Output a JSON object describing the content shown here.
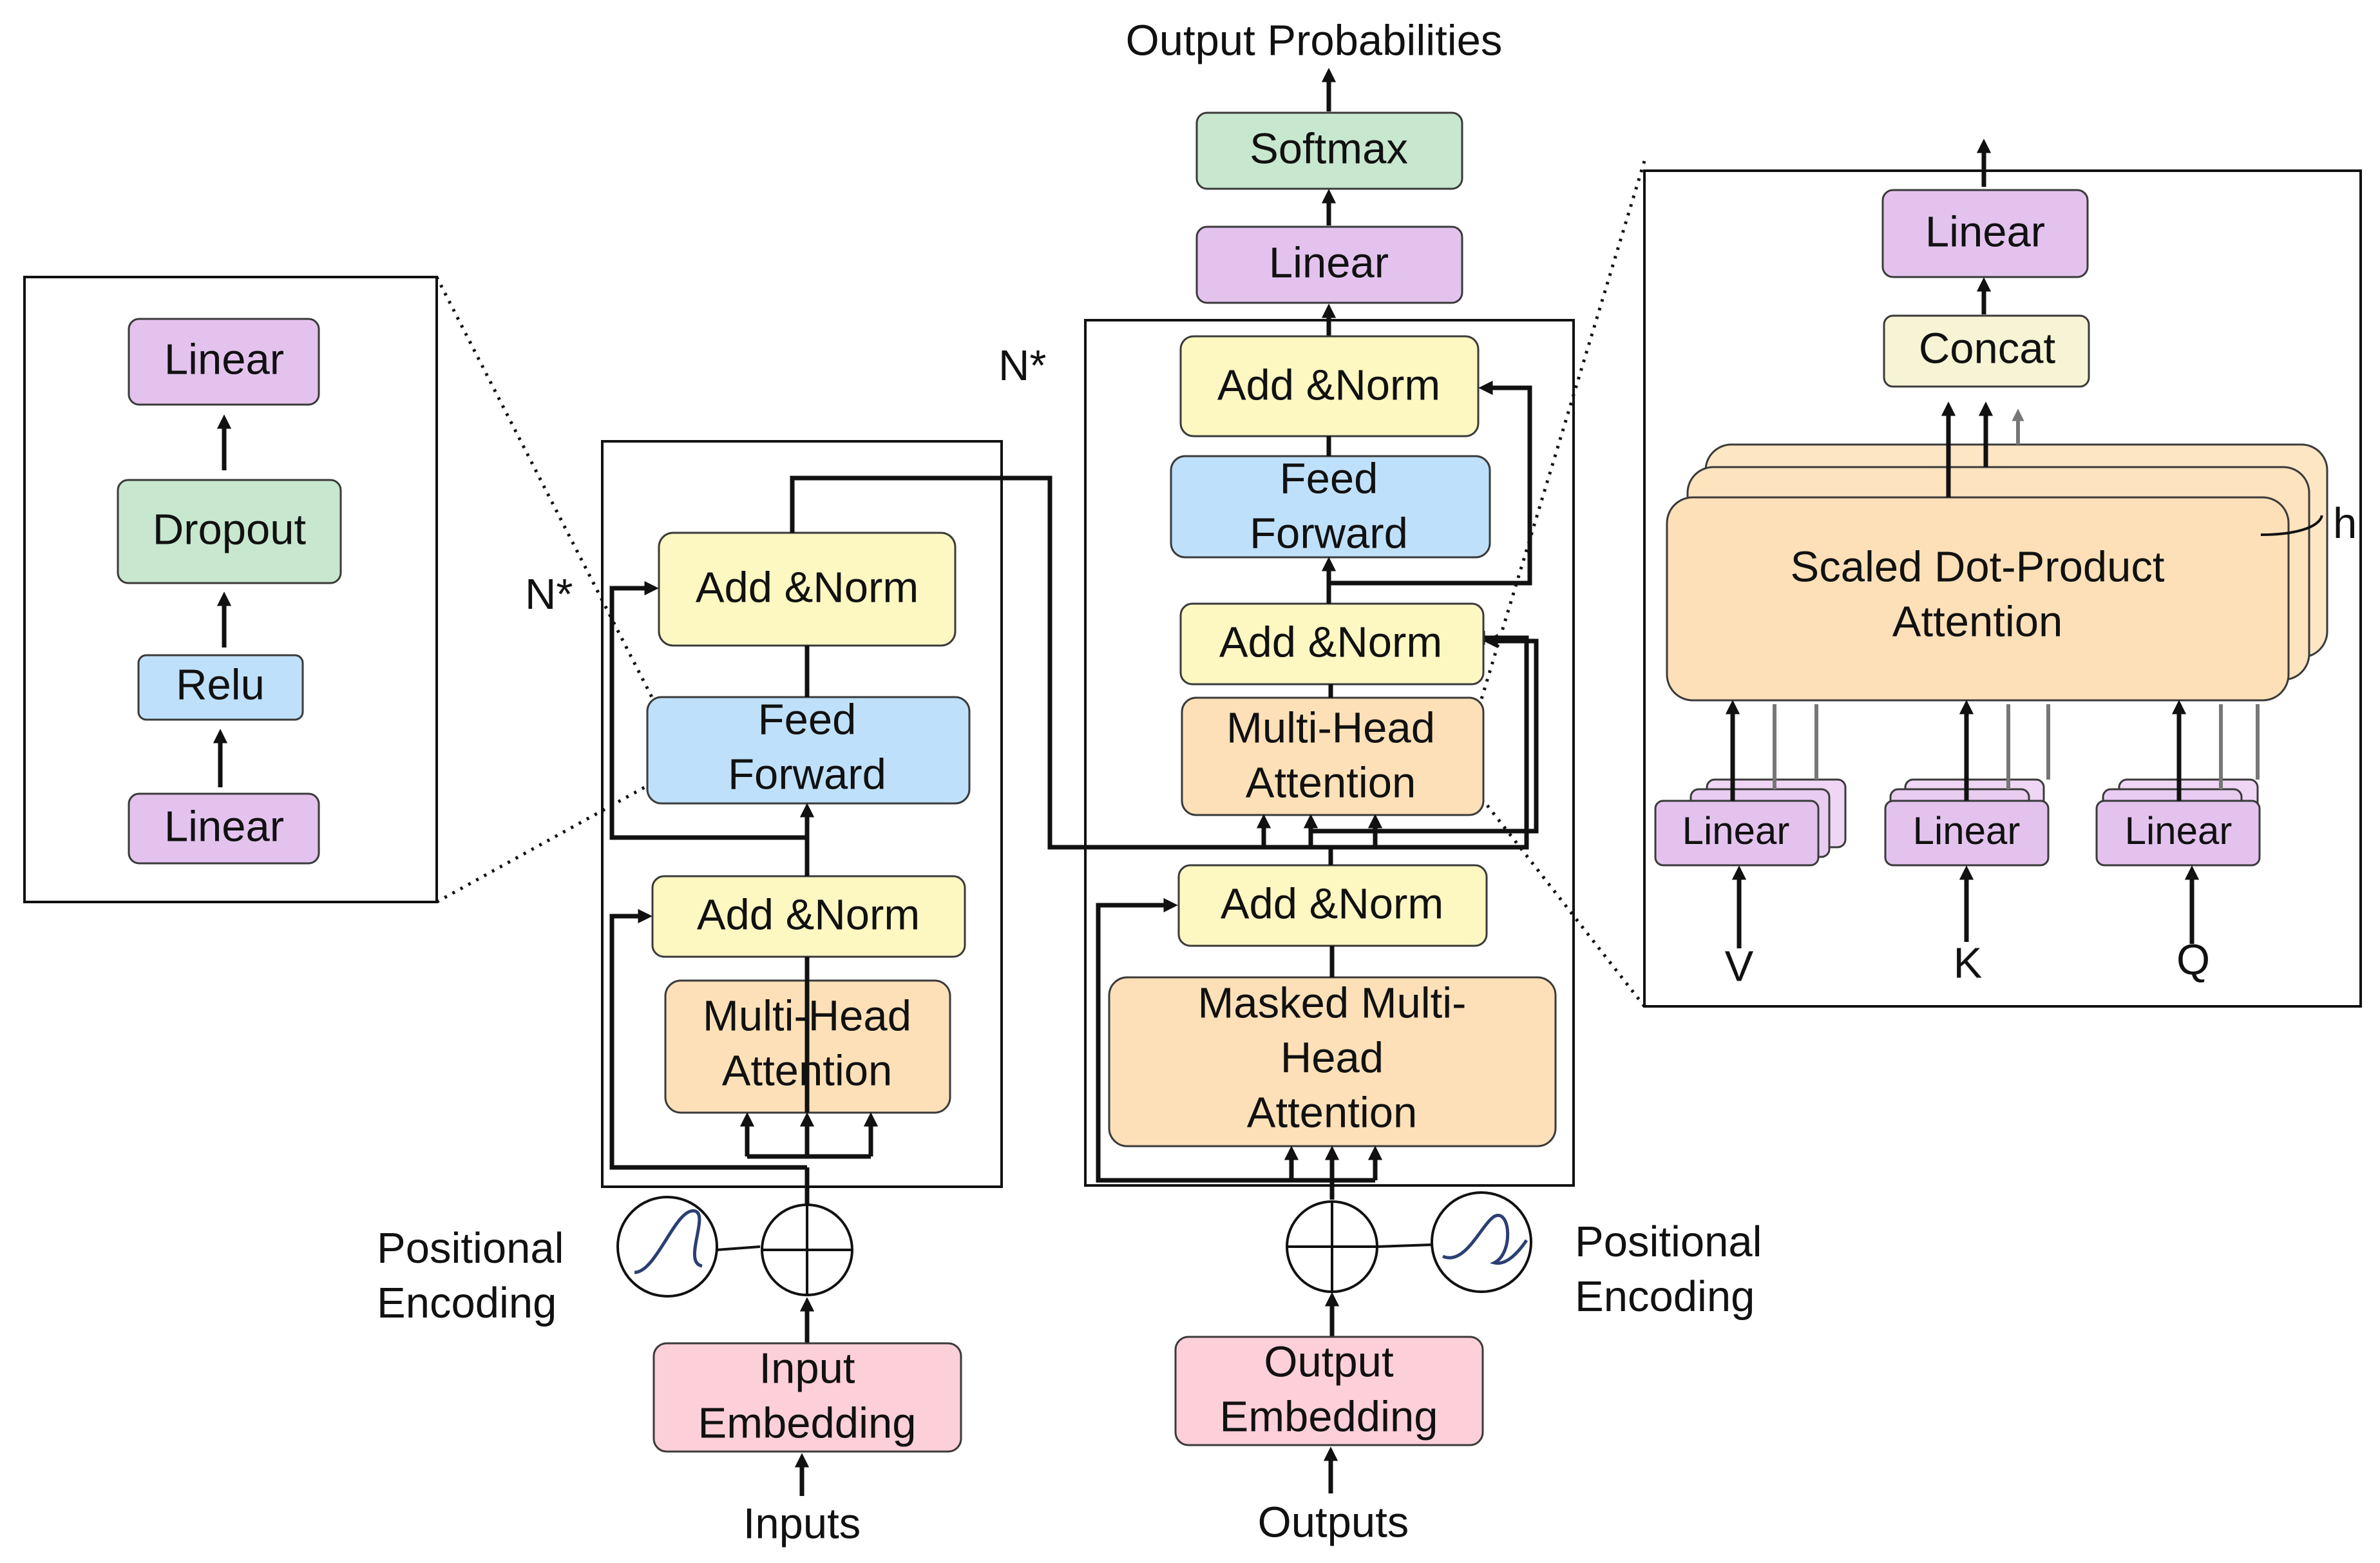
{
  "colors": {
    "linear": "#e3c3ee",
    "norm": "#fdf7c2",
    "feed_forward": "#bfe0fa",
    "attention": "#fde0b8",
    "softmax": "#c7e7cf",
    "dropout": "#c7e7cf",
    "relu": "#bfe0fa",
    "embedding": "#fdcfd8",
    "concat": "#f6f4d4"
  },
  "ffn_detail": {
    "linear_top": "Linear",
    "dropout": "Dropout",
    "relu": "Relu",
    "linear_bottom": "Linear"
  },
  "encoder": {
    "repeat": "N*",
    "add_norm_top": "Add &Norm",
    "ff_line1": "Feed",
    "ff_line2": "Forward",
    "add_norm_bottom": "Add &Norm",
    "mha_line1": "Multi-Head",
    "mha_line2": "Attention",
    "pos_line1": "Positional",
    "pos_line2": "Encoding",
    "emb_line1": "Input",
    "emb_line2": "Embedding",
    "input_label": "Inputs"
  },
  "decoder": {
    "output_probs": "Output Probabilities",
    "softmax": "Softmax",
    "linear": "Linear",
    "repeat": "N*",
    "add_norm_top": "Add &Norm",
    "ff_line1": "Feed",
    "ff_line2": "Forward",
    "add_norm_mid": "Add &Norm",
    "mha_line1": "Multi-Head",
    "mha_line2": "Attention",
    "add_norm_bottom": "Add &Norm",
    "masked_line1": "Masked Multi-",
    "masked_line2": "Head",
    "masked_line3": "Attention",
    "pos_line1": "Positional",
    "pos_line2": "Encoding",
    "emb_line1": "Output",
    "emb_line2": "Embedding",
    "output_label": "Outputs"
  },
  "mha_detail": {
    "linear_top": "Linear",
    "concat": "Concat",
    "sdpa_line1": "Scaled Dot-Product",
    "sdpa_line2": "Attention",
    "heads": "h",
    "linear_v": "Linear",
    "linear_k": "Linear",
    "linear_q": "Linear",
    "v": "V",
    "k": "K",
    "q": "Q"
  }
}
